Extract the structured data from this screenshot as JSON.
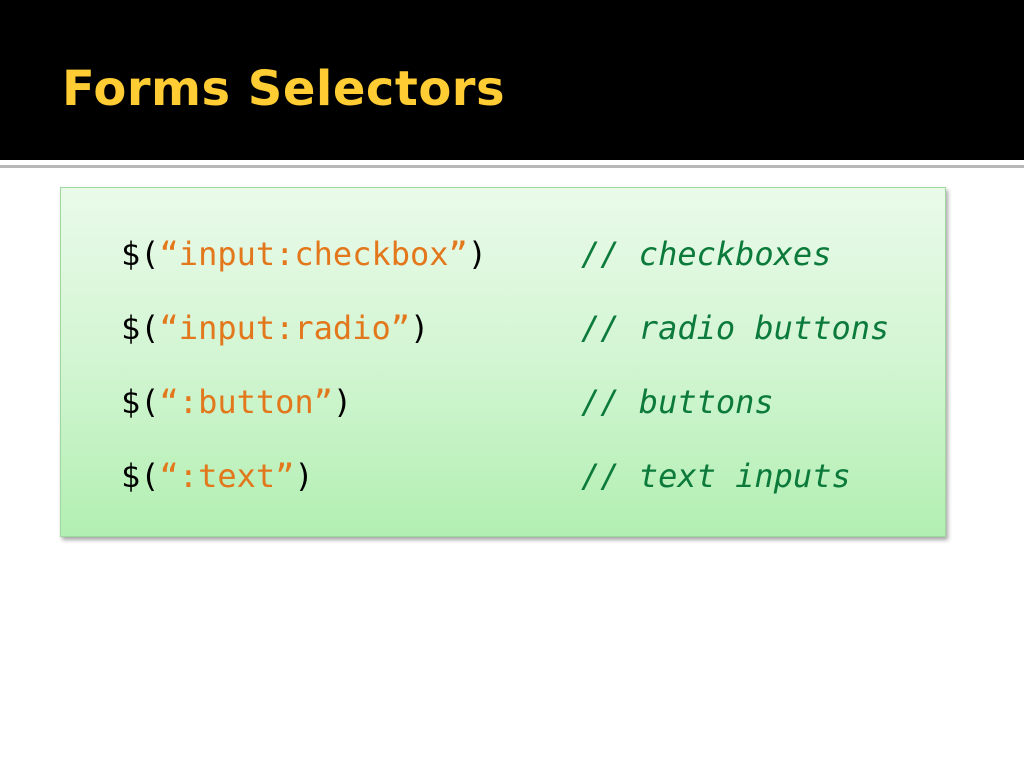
{
  "slide": {
    "title": "Forms Selectors"
  },
  "code_lines": [
    {
      "prefix": "$(",
      "selector": "“input:checkbox”",
      "suffix": ")",
      "comment": "// checkboxes"
    },
    {
      "prefix": "$(",
      "selector": "“input:radio”",
      "suffix": ")",
      "comment": "// radio buttons"
    },
    {
      "prefix": "$(",
      "selector": "“:button”",
      "suffix": ")",
      "comment": "// buttons"
    },
    {
      "prefix": "$(",
      "selector": "“:text”",
      "suffix": ")",
      "comment": "// text inputs"
    }
  ],
  "colors": {
    "title": "#ffcc33",
    "title_bar": "#000000",
    "code_text": "#000000",
    "string": "#e2771b",
    "comment": "#0b7a3b",
    "box_top": "#eafaea",
    "box_bottom": "#b2efb2"
  }
}
